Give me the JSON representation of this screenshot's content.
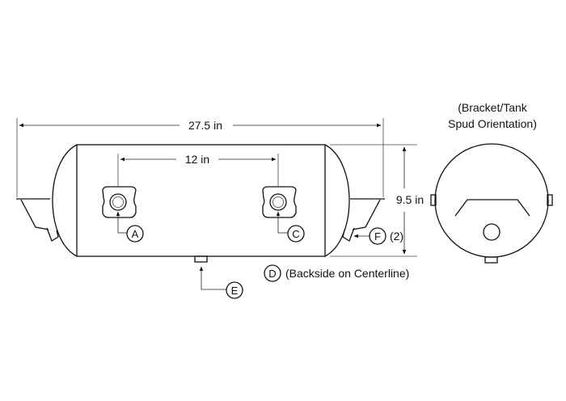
{
  "dimensions": {
    "overall_length": "27.5 in",
    "port_spacing": "12 in",
    "diameter": "9.5 in"
  },
  "callouts": {
    "a": "A",
    "c": "C",
    "d": "D",
    "e": "E",
    "f": "F",
    "d_note": "(Backside on Centerline)",
    "f_note": "(2)"
  },
  "end_view": {
    "title_line1": "(Bracket/Tank",
    "title_line2": "Spud Orientation)"
  }
}
